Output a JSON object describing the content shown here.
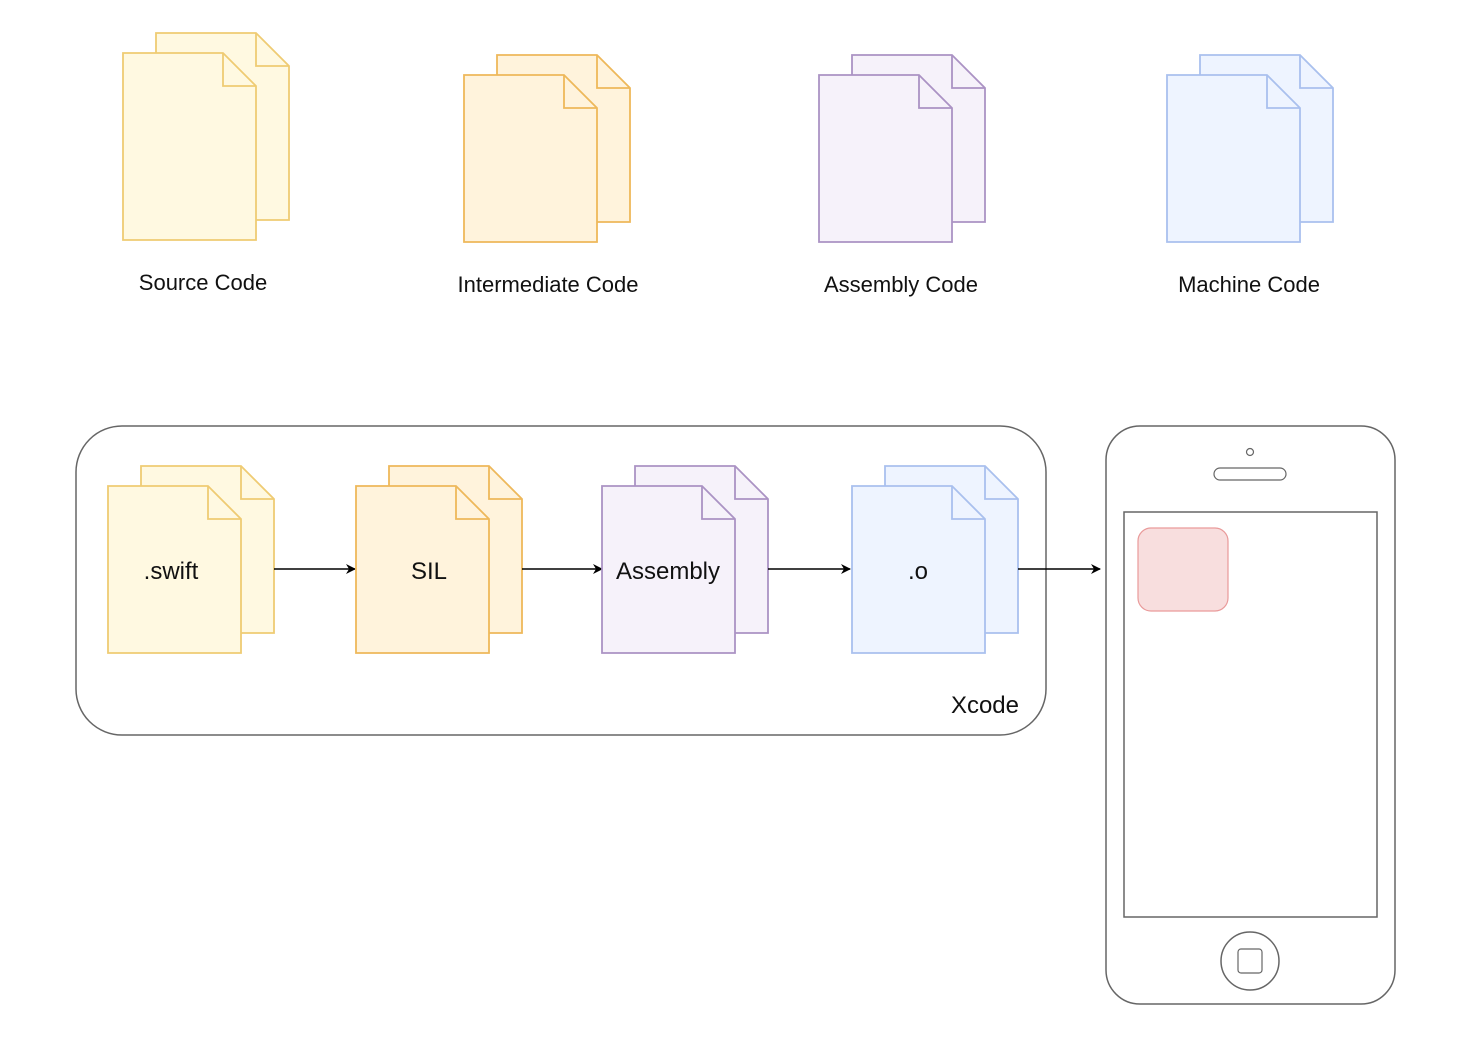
{
  "legend": [
    {
      "label": "Source Code",
      "theme": "yellow"
    },
    {
      "label": "Intermediate Code",
      "theme": "orange"
    },
    {
      "label": "Assembly Code",
      "theme": "purple"
    },
    {
      "label": "Machine Code",
      "theme": "blue"
    }
  ],
  "pipeline": {
    "container_label": "Xcode",
    "stages": [
      {
        "label": ".swift",
        "theme": "yellow"
      },
      {
        "label": "SIL",
        "theme": "orange"
      },
      {
        "label": "Assembly",
        "theme": "purple"
      },
      {
        "label": ".o",
        "theme": "blue"
      }
    ]
  },
  "device": {
    "type": "phone",
    "app_icon_color": "#e99a9a"
  },
  "colors": {
    "yellow": {
      "stroke": "#efcb73",
      "fill": "#fff9e1"
    },
    "orange": {
      "stroke": "#eeb85a",
      "fill": "#fff3dc"
    },
    "purple": {
      "stroke": "#ab93c4",
      "fill": "#f6f2fa"
    },
    "blue": {
      "stroke": "#a9c0ee",
      "fill": "#eef4ff"
    },
    "outline": "#666666",
    "arrow": "#000000"
  }
}
